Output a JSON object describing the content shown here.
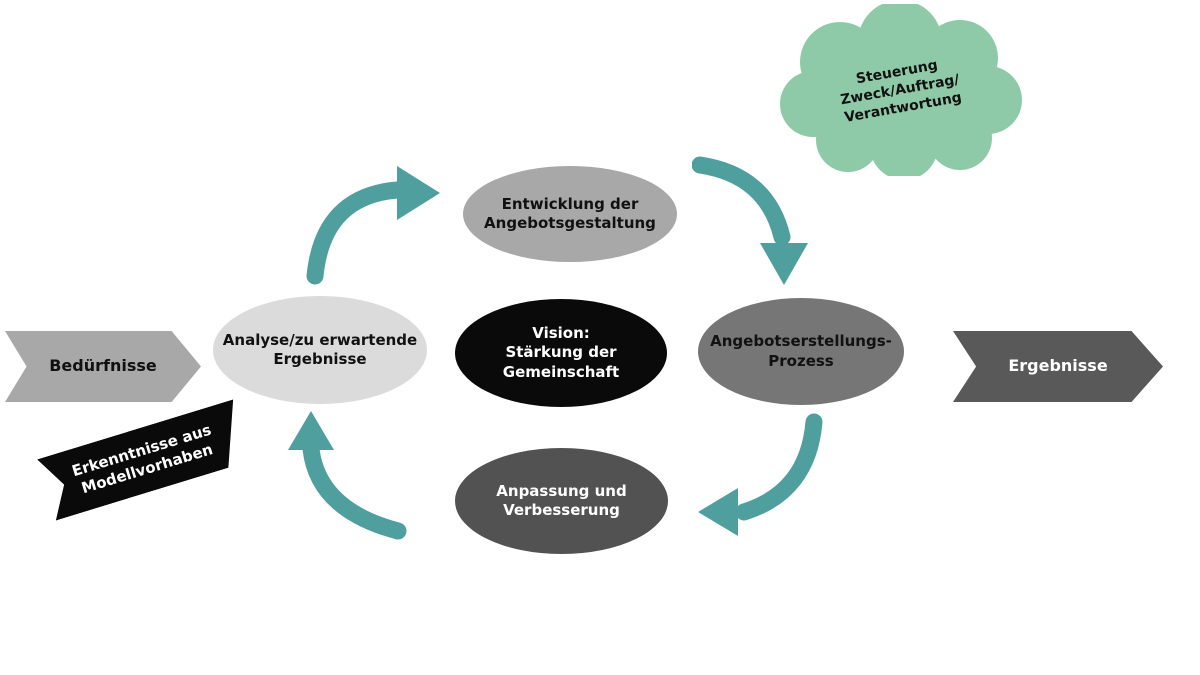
{
  "colors": {
    "teal": "#4f9f9f",
    "cloud": "#8ecaa8",
    "gray_light": "#dbdbdb",
    "gray_mid": "#a8a8a8",
    "gray_dark": "#767676",
    "gray_darker": "#595959",
    "gray_deepest": "#525252",
    "black": "#0a0a0a"
  },
  "diagram": {
    "cloud_label": "Steuerung\nZweck/Auftrag/\nVerantwortung",
    "input_label": "Bedürfnisse",
    "output_label": "Ergebnisse",
    "ribbon_label": "Erkenntnisse aus\nModellvorhaben",
    "nodes": {
      "development": "Entwicklung der\nAngebotsgestaltung",
      "analysis": "Analyse/zu erwartende\nErgebnisse",
      "vision": "Vision:\nStärkung der\nGemeinschaft",
      "process": "Angebotserstellungs-\nProzess",
      "adaptation": "Anpassung und\nVerbesserung"
    }
  }
}
